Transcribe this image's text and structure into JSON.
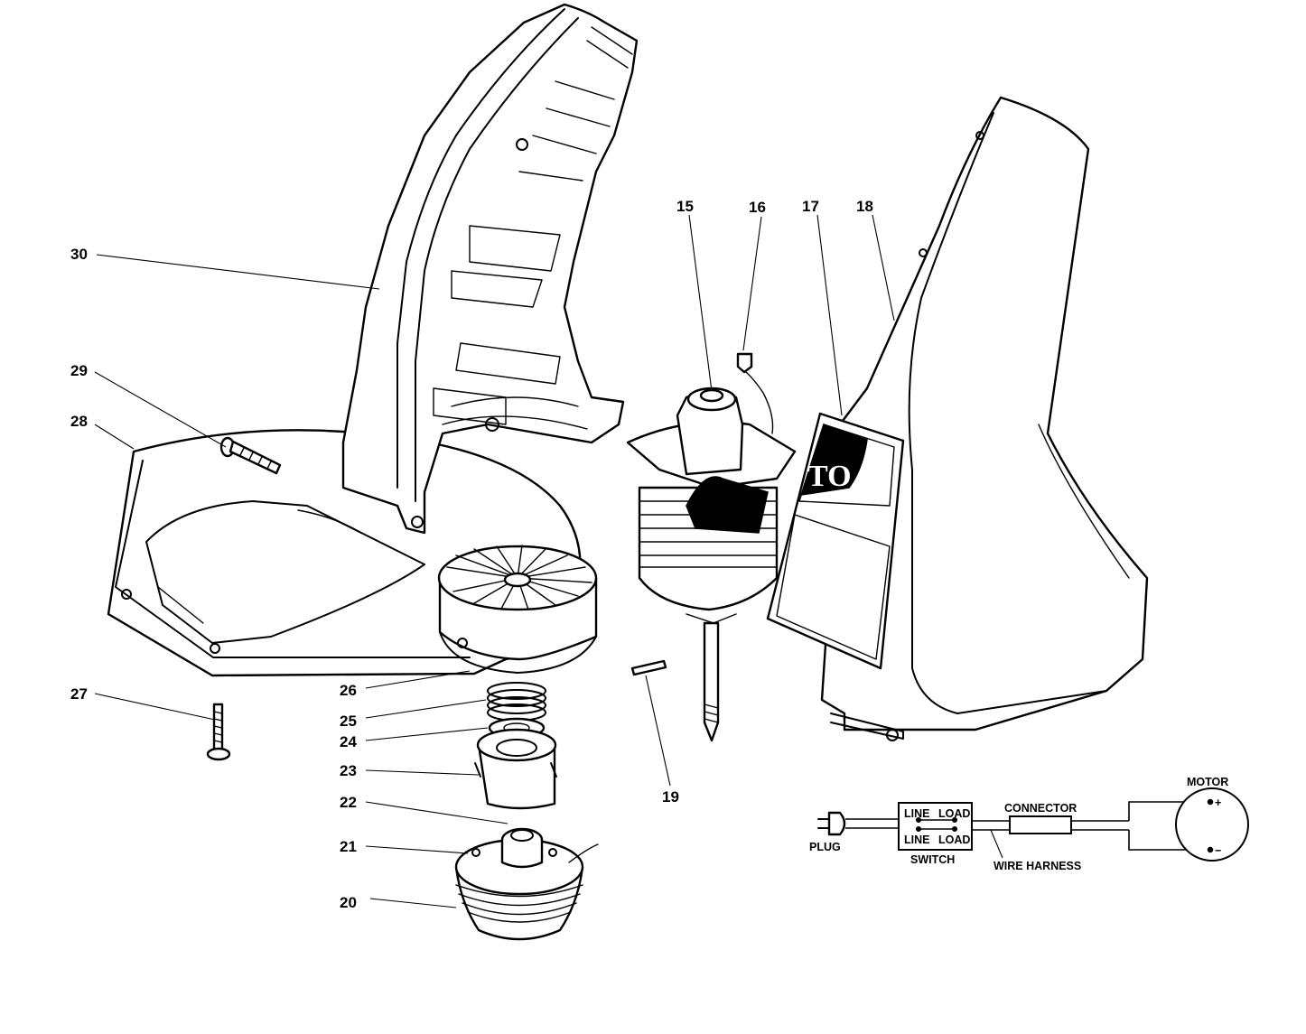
{
  "callouts": {
    "c15": "15",
    "c16": "16",
    "c17": "17",
    "c18": "18",
    "c19": "19",
    "c20": "20",
    "c21": "21",
    "c22": "22",
    "c23": "23",
    "c24": "24",
    "c25": "25",
    "c26": "26",
    "c27": "27",
    "c28": "28",
    "c29": "29",
    "c30": "30"
  },
  "decal": {
    "text": "TO"
  },
  "wiring": {
    "motor": "MOTOR",
    "plus": "+",
    "minus": "−",
    "connector": "CONNECTOR",
    "switch_line_1": "LINE",
    "switch_load_1": "LOAD",
    "switch_line_2": "LINE",
    "switch_load_2": "LOAD",
    "switch": "SWITCH",
    "plug": "PLUG",
    "wire_harness": "WIRE HARNESS"
  }
}
